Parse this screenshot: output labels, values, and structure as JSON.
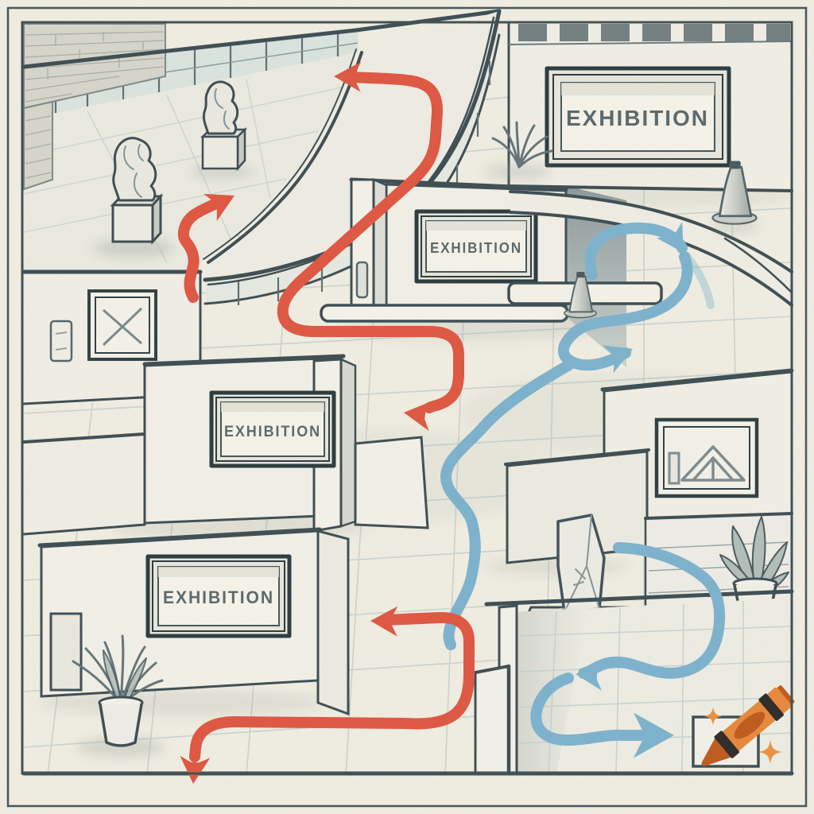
{
  "signs": {
    "top_right": {
      "label": "EXHIBITION"
    },
    "center": {
      "label": "EXHIBITION"
    },
    "middle_left": {
      "label": "EXHIBITION"
    },
    "bottom_left": {
      "label": "EXHIBITION"
    }
  },
  "routes": {
    "red_route": {
      "color": "#E05742"
    },
    "blue_route": {
      "color": "#7DB3CE"
    }
  },
  "logo": {
    "icon": "crayon-logo-icon",
    "body_color": "#E8893C",
    "tip_color": "#C05B1D",
    "stripe_color": "#2E2B28",
    "sparkle_color": "#ED9140"
  },
  "palette": {
    "paper": "#F2EFE3",
    "ink": "#3E4E53",
    "wall": "#F3F1E8",
    "glass": "#DCE5E0",
    "tile_line": "#C6D0CD"
  }
}
